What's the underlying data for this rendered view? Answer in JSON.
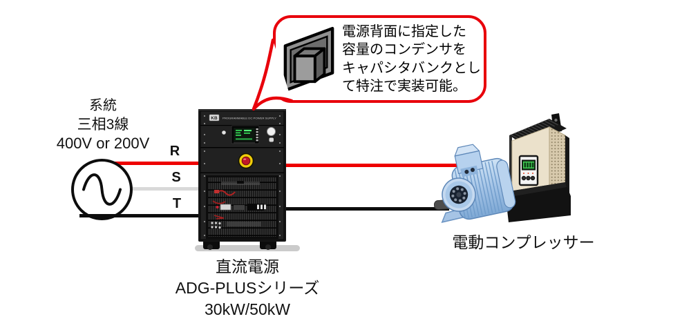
{
  "callout": {
    "border_color": "#e8000b",
    "icon": "capacitor-bank-icon",
    "lines": [
      "電源背面に指定した",
      "容量のコンデンサを",
      "キャパシタバンクとし",
      "て特注で実装可能。"
    ]
  },
  "grid_source": {
    "title": "系統",
    "subtitle": "三相3線",
    "voltage": "400V or 200V"
  },
  "phase_wires": [
    {
      "label": "R",
      "color": "#ee0000"
    },
    {
      "label": "S",
      "color": "#d9d9d9"
    },
    {
      "label": "T",
      "color": "#0d0d0d"
    }
  ],
  "dc_supply": {
    "brand": "KB",
    "front_panel_text": "PROGRAMMABLE DC POWER SUPPLY",
    "caption": [
      "直流電源",
      "ADG-PLUSシリーズ",
      "30kW/50kW"
    ]
  },
  "output_wires": {
    "positive_color": "#ee0000",
    "negative_color": "#0d0d0d"
  },
  "compressor": {
    "caption": "電動コンプレッサー"
  }
}
